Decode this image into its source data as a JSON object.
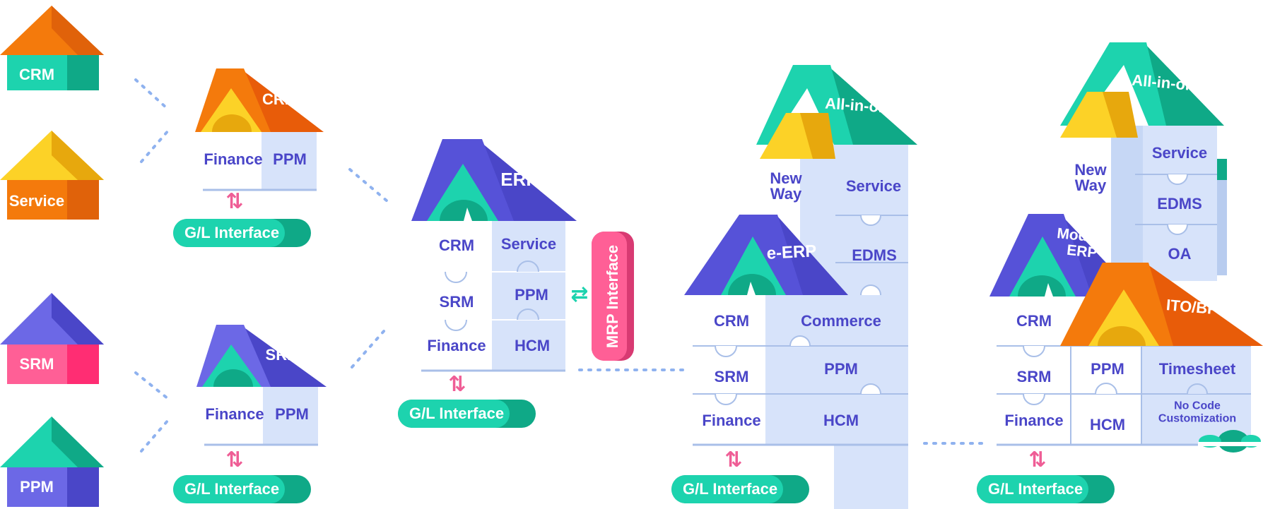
{
  "stage1": {
    "crm": "CRM",
    "service": "Service",
    "srm": "SRM",
    "ppm": "PPM"
  },
  "stage2": {
    "crm_house": {
      "roof": "CRM",
      "left": "Finance",
      "right": "PPM",
      "interface": "G/L Interface"
    },
    "srm_house": {
      "roof": "SRM",
      "left": "Finance",
      "right": "PPM",
      "interface": "G/L Interface"
    }
  },
  "stage3": {
    "roof": "ERP",
    "left": [
      "CRM",
      "SRM",
      "Finance"
    ],
    "right": [
      "Service",
      "PPM",
      "HCM"
    ],
    "interface": "G/L Interface",
    "mrp_interface": "MRP Interface"
  },
  "stage4": {
    "all_in_one": "All-in-one",
    "new_way": "New Way",
    "service": "Service",
    "edms": "EDMS",
    "roof": "e-ERP",
    "left": [
      "CRM",
      "SRM",
      "Finance"
    ],
    "right": [
      "Commerce",
      "PPM",
      "HCM"
    ],
    "interface": "G/L Interface"
  },
  "stage5": {
    "all_in_one": "All-in-one",
    "new_way": "New Way",
    "service": "Service",
    "edms": "EDMS",
    "oa": "OA",
    "modern_erp": "Modern ERP",
    "ito_bpo": "ITO/BPO",
    "left": [
      "CRM",
      "SRM",
      "Finance"
    ],
    "mid": [
      "PPM",
      "HCM"
    ],
    "timesheet": "Timesheet",
    "no_code": "No Code Customization",
    "interface": "G/L Interface"
  },
  "colors": {
    "orange": "#f47a0c",
    "yellow": "#fcd227",
    "purple": "#5652d8",
    "teal": "#1dd3ae",
    "pink": "#ff5f96",
    "panel": "#d7e3fa",
    "text_blue": "#4a46c8"
  }
}
